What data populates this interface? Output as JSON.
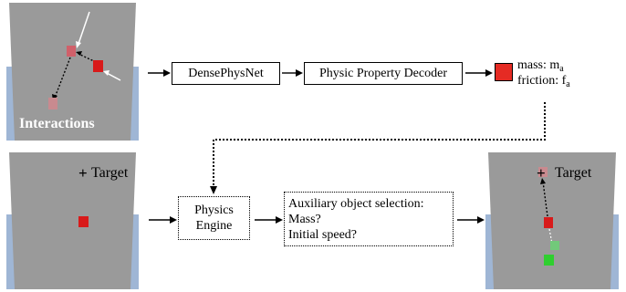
{
  "interactions_label": "Interactions",
  "densephysnet_label": "DensePhysNet",
  "decoder_label": "Physic Property Decoder",
  "property": {
    "mass_text": "mass: m",
    "mass_sub": "a",
    "friction_text": "friction: f",
    "friction_sub": "a",
    "swatch_color": "#e52b24"
  },
  "engine": {
    "line1": "Physics",
    "line2": "Engine"
  },
  "selection": {
    "line1": "Auxiliary object selection:",
    "line2": "Mass?",
    "line3": "Initial speed?"
  },
  "target_label_left": "Target",
  "target_label_right": "Target",
  "target_marker": "+",
  "colors": {
    "ramp": "#9a9a9a",
    "water": "#9fb6d5",
    "object_red": "#d81a1a",
    "object_green": "#2fcf2f"
  }
}
